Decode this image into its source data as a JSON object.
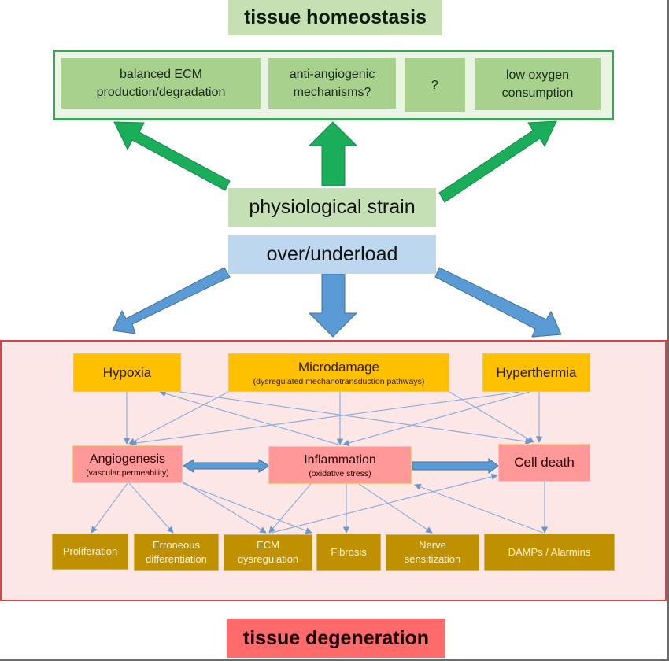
{
  "title_top": "tissue homeostasis",
  "title_bottom": "tissue degeneration",
  "homeostasis": {
    "items": [
      {
        "line1": "balanced ECM",
        "line2": "production/degradation"
      },
      {
        "line1": "anti-angiogenic",
        "line2": "mechanisms?"
      },
      {
        "line1": "?",
        "line2": ""
      },
      {
        "line1": "low oxygen",
        "line2": "consumption"
      }
    ]
  },
  "center": {
    "strain": "physiological strain",
    "load": "over/underload"
  },
  "triggers": {
    "hypoxia": "Hypoxia",
    "microdamage": {
      "main": "Microdamage",
      "sub": "(dysregulated mechanotransduction pathways)"
    },
    "hyperthermia": "Hyperthermia"
  },
  "processes": {
    "angiogenesis": {
      "main": "Angiogenesis",
      "sub": "(vascular permeability)"
    },
    "inflammation": {
      "main": "Inflammation",
      "sub": "(oxidative stress)"
    },
    "celldeath": "Cell death"
  },
  "outcomes": [
    {
      "line1": "Proliferation",
      "line2": ""
    },
    {
      "line1": "Erroneous",
      "line2": "differentiation"
    },
    {
      "line1": "ECM",
      "line2": "dysregulation"
    },
    {
      "line1": "Fibrosis",
      "line2": ""
    },
    {
      "line1": "Nerve",
      "line2": "sensitization"
    },
    {
      "line1": "DAMPs / Alarmins",
      "line2": ""
    }
  ],
  "colors": {
    "green_arrow": "#1aae5a",
    "blue_arrow": "#5b9bd5",
    "connector": "#8fb0d8",
    "homeostasis_border": "#3fa35a",
    "degeneration_border": "#d9424a",
    "trigger_fill": "#ffc000",
    "process_fill": "#ff9999",
    "outcome_fill": "#bf9000"
  }
}
